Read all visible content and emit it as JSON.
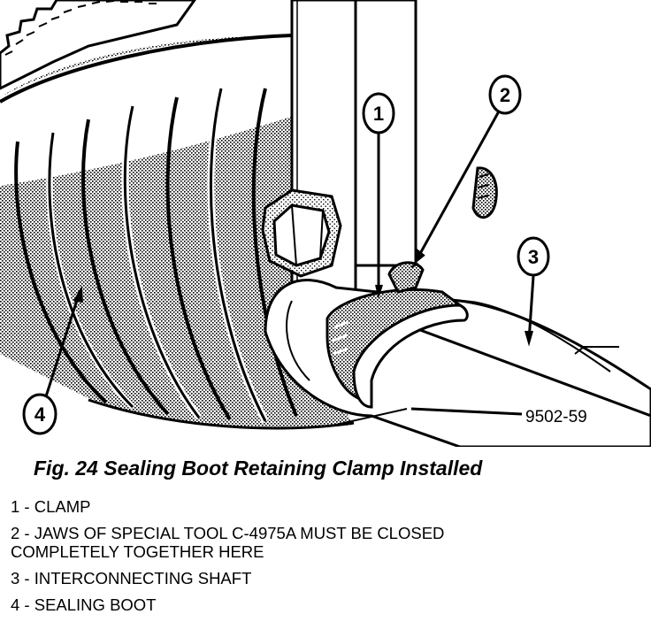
{
  "figure": {
    "caption": "Fig. 24 Sealing Boot Retaining Clamp Installed",
    "drawing_code": "9502-59"
  },
  "callouts": [
    {
      "number": "1",
      "text": "1 - CLAMP"
    },
    {
      "number": "2",
      "text": "2 - JAWS OF SPECIAL TOOL C-4975A MUST BE CLOSED\nCOMPLETELY TOGETHER HERE"
    },
    {
      "number": "3",
      "text": "3 - INTERCONNECTING SHAFT"
    },
    {
      "number": "4",
      "text": "4 - SEALING BOOT"
    }
  ]
}
